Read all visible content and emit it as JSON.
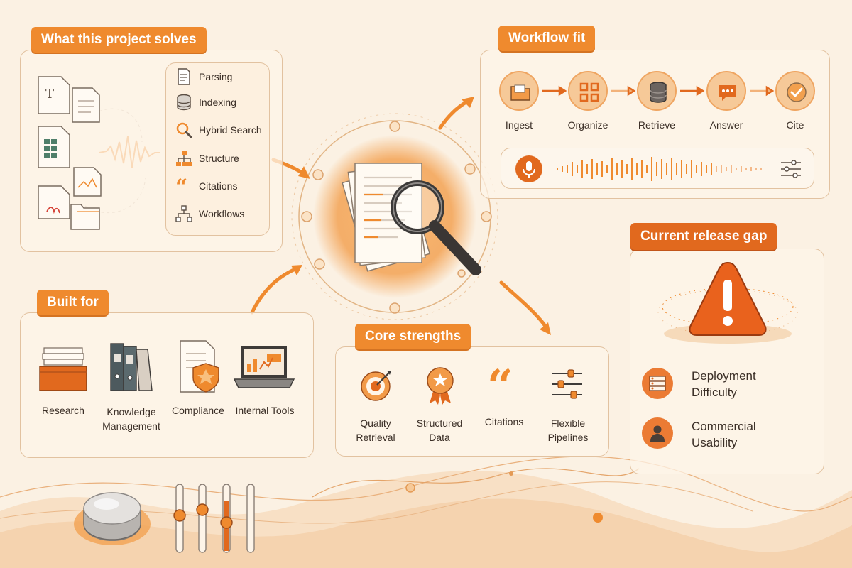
{
  "colors": {
    "accent": "#ef8a2e",
    "accent_dark": "#e1691e",
    "background": "#fbf1e3",
    "panel_border": "#e2c2a0"
  },
  "solves": {
    "title": "What this project solves",
    "items": [
      {
        "label": "Parsing",
        "icon": "document-icon"
      },
      {
        "label": "Indexing",
        "icon": "database-icon"
      },
      {
        "label": "Hybrid Search",
        "icon": "search-icon"
      },
      {
        "label": "Structure",
        "icon": "hierarchy-icon"
      },
      {
        "label": "Citations",
        "icon": "quote-icon"
      },
      {
        "label": "Workflows",
        "icon": "workflow-icon"
      }
    ]
  },
  "workflow": {
    "title": "Workflow fit",
    "steps": [
      {
        "label": "Ingest",
        "icon": "folder-icon"
      },
      {
        "label": "Organize",
        "icon": "grid-icon"
      },
      {
        "label": "Retrieve",
        "icon": "database-icon"
      },
      {
        "label": "Answer",
        "icon": "chat-bubble-icon"
      },
      {
        "label": "Cite",
        "icon": "checkmark-icon"
      }
    ]
  },
  "built_for": {
    "title": "Built for",
    "items": [
      {
        "label": "Research",
        "icon": "paper-stack-icon"
      },
      {
        "label": "Knowledge\nManagement",
        "icon": "binders-icon"
      },
      {
        "label": "Compliance",
        "icon": "shield-document-icon"
      },
      {
        "label": "Internal Tools",
        "icon": "laptop-icon"
      }
    ]
  },
  "strengths": {
    "title": "Core strengths",
    "items": [
      {
        "label": "Quality\nRetrieval",
        "icon": "target-icon"
      },
      {
        "label": "Structured\nData",
        "icon": "award-badge-icon"
      },
      {
        "label": "Citations",
        "icon": "quote-icon"
      },
      {
        "label": "Flexible\nPipelines",
        "icon": "sliders-icon"
      }
    ]
  },
  "gap": {
    "title": "Current release gap",
    "items": [
      {
        "label": "Deployment\nDifficulty",
        "icon": "server-icon"
      },
      {
        "label": "Commercial\nUsability",
        "icon": "person-icon"
      }
    ]
  }
}
